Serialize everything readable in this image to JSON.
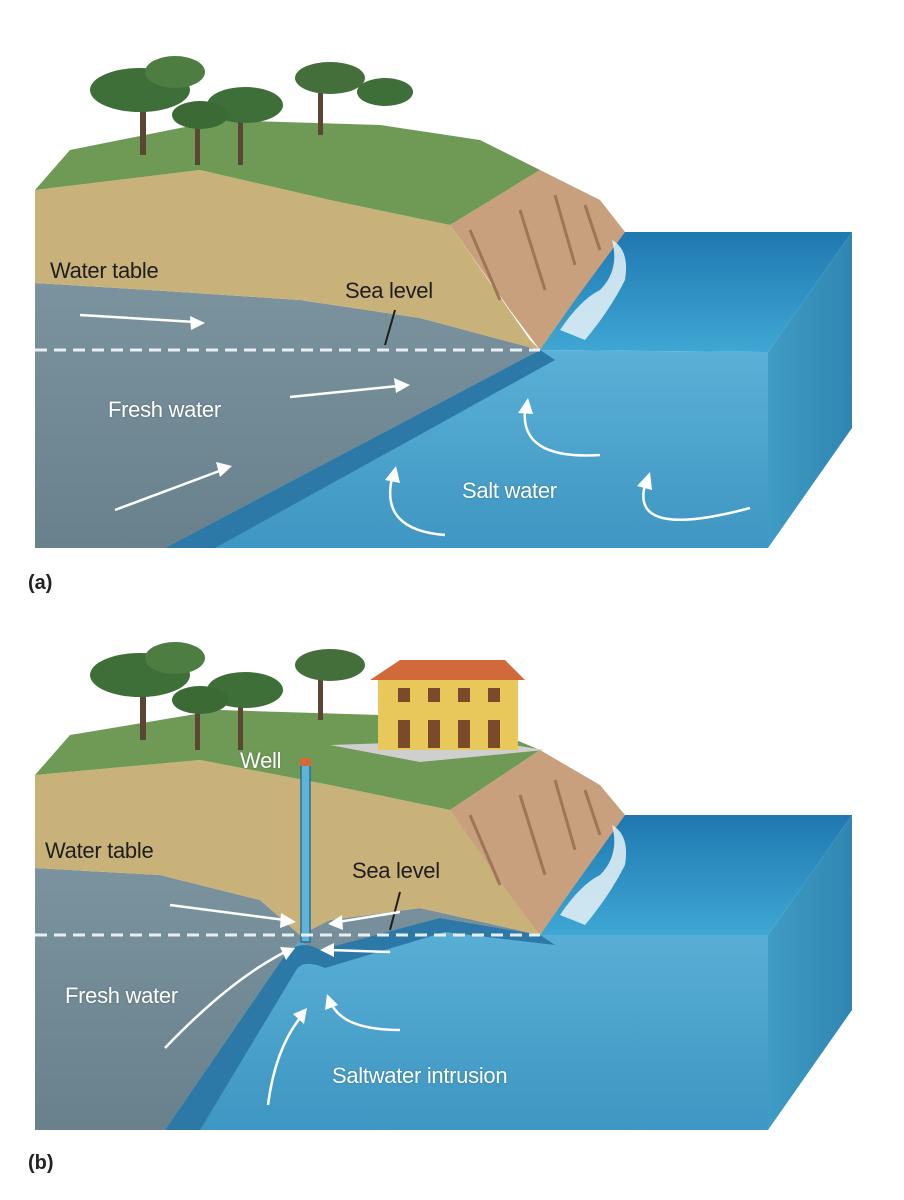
{
  "panels": [
    {
      "id": "a",
      "label": "(a)",
      "water_table": "Water table",
      "sea_level": "Sea level",
      "fresh_water": "Fresh water",
      "salt_water": "Salt water"
    },
    {
      "id": "b",
      "label": "(b)",
      "well": "Well",
      "water_table": "Water table",
      "sea_level": "Sea level",
      "fresh_water": "Fresh water",
      "saltwater_intrusion": "Saltwater intrusion"
    }
  ],
  "colors": {
    "soil": "#c9b27a",
    "fresh_water": "#6f8a96",
    "salt_water": "#3f9cc4",
    "interface": "#2a77a6",
    "ocean": "#2c8fbf",
    "vegetation": "#5f8a4a",
    "cliff": "#c9a07e",
    "house_wall": "#e8c85a",
    "house_roof": "#d2693b"
  }
}
